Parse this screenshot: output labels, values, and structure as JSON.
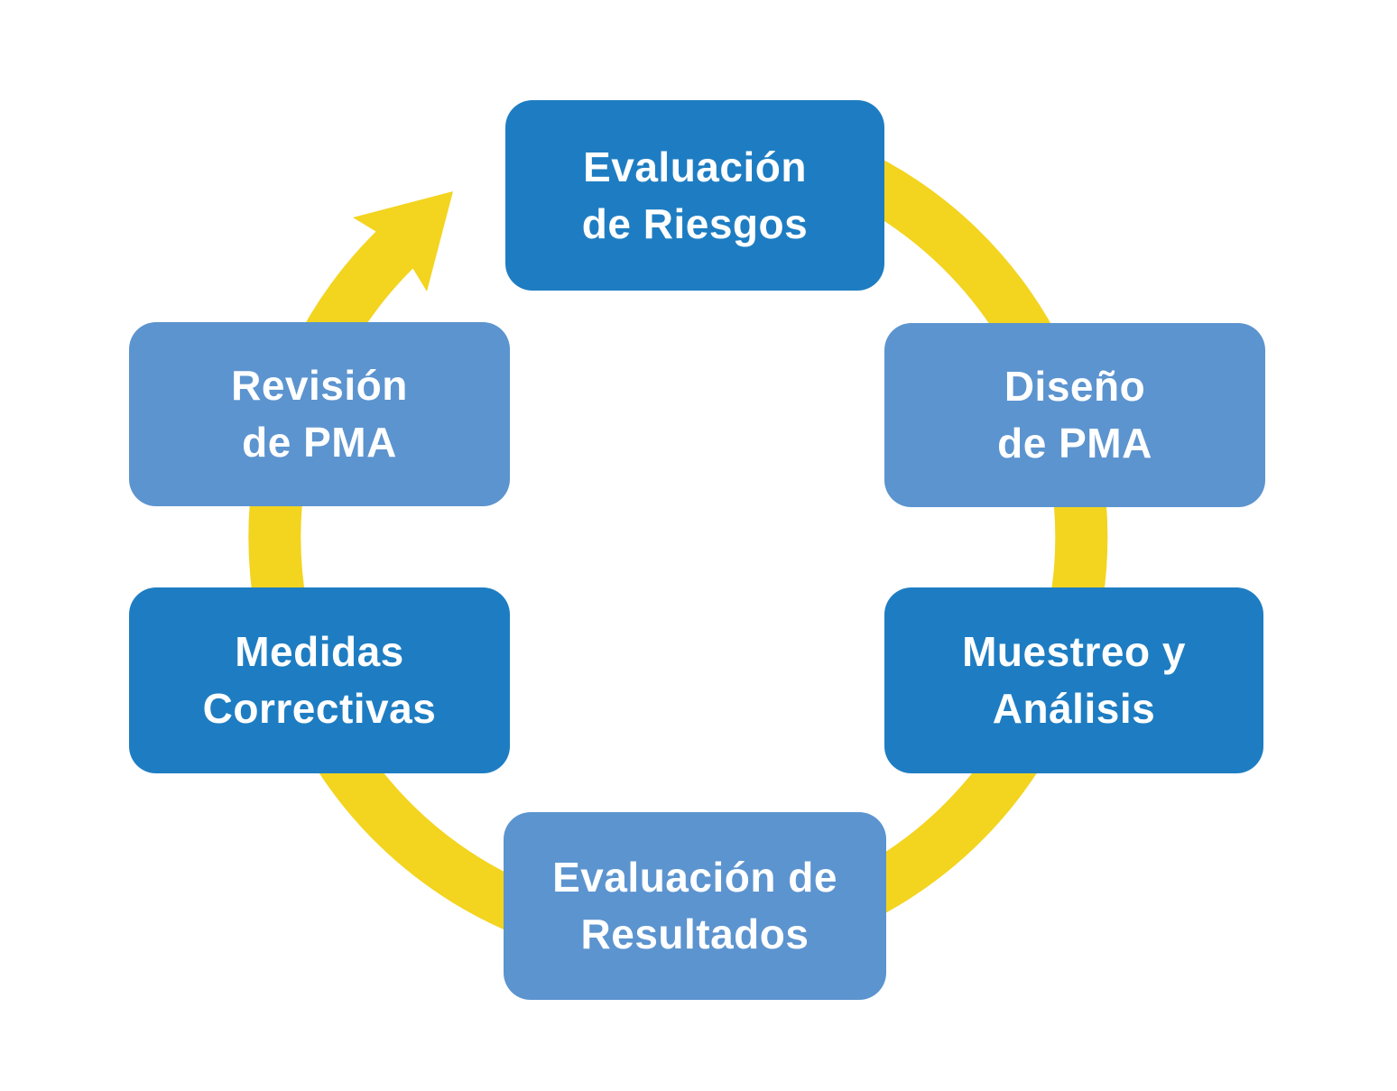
{
  "diagram": {
    "type": "cycle",
    "direction": "clockwise",
    "colors": {
      "dark_blue": "#1e7dc2",
      "light_blue": "#5c94cf",
      "arrow_yellow": "#f3d41f",
      "text": "#ffffff",
      "background": "#ffffff"
    },
    "steps": [
      {
        "label": "Evaluación de Riesgos",
        "lines": [
          "Evaluación",
          "de Riesgos"
        ],
        "position": "top",
        "variant": "dark"
      },
      {
        "label": "Diseño de PMA",
        "lines": [
          "Diseño",
          "de PMA"
        ],
        "position": "right-upper",
        "variant": "light"
      },
      {
        "label": "Muestreo y Análisis",
        "lines": [
          "Muestreo y",
          "Análisis"
        ],
        "position": "right-lower",
        "variant": "dark"
      },
      {
        "label": "Evaluación de Resultados",
        "lines": [
          "Evaluación de",
          "Resultados"
        ],
        "position": "bottom",
        "variant": "light"
      },
      {
        "label": "Medidas Correctivas",
        "lines": [
          "Medidas",
          "Correctivas"
        ],
        "position": "left-lower",
        "variant": "dark"
      },
      {
        "label": "Revisión de PMA",
        "lines": [
          "Revisión",
          "de PMA"
        ],
        "position": "left-upper",
        "variant": "light"
      }
    ]
  }
}
